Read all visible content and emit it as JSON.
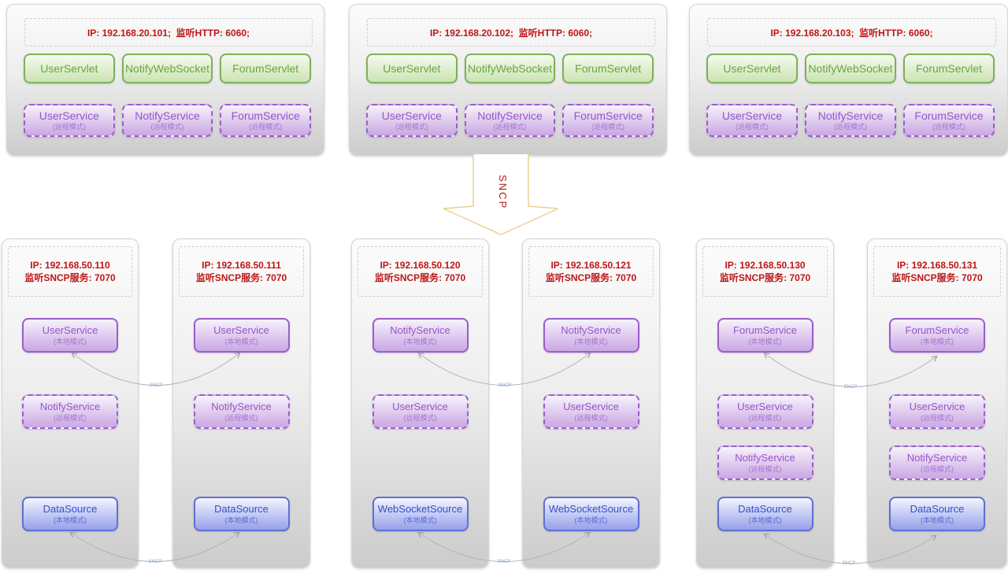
{
  "arrow": {
    "label": "SNCP"
  },
  "connector_label": "SNCP",
  "top_servers": [
    {
      "header": "IP: 192.168.20.101;  监听HTTP: 6060;",
      "servlets": [
        "UserServlet",
        "NotifyWebSocket",
        "ForumServlet"
      ],
      "services": [
        {
          "name": "UserService",
          "mode": "(远程模式)"
        },
        {
          "name": "NotifyService",
          "mode": "(远程模式)"
        },
        {
          "name": "ForumService",
          "mode": "(远程模式)"
        }
      ]
    },
    {
      "header": "IP: 192.168.20.102;  监听HTTP: 6060;",
      "servlets": [
        "UserServlet",
        "NotifyWebSocket",
        "ForumServlet"
      ],
      "services": [
        {
          "name": "UserService",
          "mode": "(远程模式)"
        },
        {
          "name": "NotifyService",
          "mode": "(远程模式)"
        },
        {
          "name": "ForumService",
          "mode": "(远程模式)"
        }
      ]
    },
    {
      "header": "IP: 192.168.20.103;  监听HTTP: 6060;",
      "servlets": [
        "UserServlet",
        "NotifyWebSocket",
        "ForumServlet"
      ],
      "services": [
        {
          "name": "UserService",
          "mode": "(远程模式)"
        },
        {
          "name": "NotifyService",
          "mode": "(远程模式)"
        },
        {
          "name": "ForumService",
          "mode": "(远程模式)"
        }
      ]
    }
  ],
  "bottom_servers": [
    {
      "ip": "IP: 192.168.50.110",
      "listen": "监听SNCP服务: 7070",
      "services": [
        {
          "name": "UserService",
          "mode": "(本地模式)"
        },
        {
          "name": "NotifyService",
          "mode": "(远程模式)"
        }
      ],
      "source": {
        "name": "DataSource",
        "mode": "(本地模式)"
      }
    },
    {
      "ip": "IP: 192.168.50.111",
      "listen": "监听SNCP服务: 7070",
      "services": [
        {
          "name": "UserService",
          "mode": "(本地模式)"
        },
        {
          "name": "NotifyService",
          "mode": "(远程模式)"
        }
      ],
      "source": {
        "name": "DataSource",
        "mode": "(本地模式)"
      }
    },
    {
      "ip": "IP: 192.168.50.120",
      "listen": "监听SNCP服务: 7070",
      "services": [
        {
          "name": "NotifyService",
          "mode": "(本地模式)"
        },
        {
          "name": "UserService",
          "mode": "(远程模式)"
        }
      ],
      "source": {
        "name": "WebSocketSource",
        "mode": "(本地模式)"
      }
    },
    {
      "ip": "IP: 192.168.50.121",
      "listen": "监听SNCP服务: 7070",
      "services": [
        {
          "name": "NotifyService",
          "mode": "(本地模式)"
        },
        {
          "name": "UserService",
          "mode": "(远程模式)"
        }
      ],
      "source": {
        "name": "WebSocketSource",
        "mode": "(本地模式)"
      }
    },
    {
      "ip": "IP: 192.168.50.130",
      "listen": "监听SNCP服务: 7070",
      "services": [
        {
          "name": "ForumService",
          "mode": "(本地模式)"
        },
        {
          "name": "UserService",
          "mode": "(远程模式)"
        },
        {
          "name": "NotifyService",
          "mode": "(远程模式)"
        }
      ],
      "source": {
        "name": "DataSource",
        "mode": "(本地模式)"
      }
    },
    {
      "ip": "IP: 192.168.50.131",
      "listen": "监听SNCP服务: 7070",
      "services": [
        {
          "name": "ForumService",
          "mode": "(本地模式)"
        },
        {
          "name": "UserService",
          "mode": "(远程模式)"
        },
        {
          "name": "NotifyService",
          "mode": "(远程模式)"
        }
      ],
      "source": {
        "name": "DataSource",
        "mode": "(本地模式)"
      }
    }
  ]
}
